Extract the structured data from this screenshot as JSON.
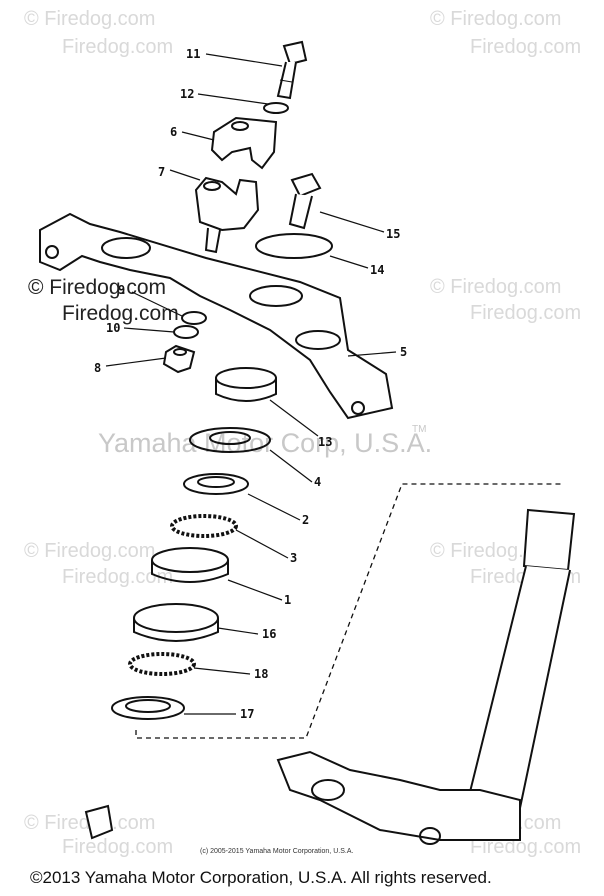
{
  "watermarks": {
    "firedog": "Firedog.com",
    "firedog_dark": "© Firedog.com",
    "trademark": "Yamaha Motor Corp, U.S.A.",
    "tm": "TM"
  },
  "copyright_small": "(c) 2005-2015 Yamaha Motor Corporation, U.S.A.",
  "copyright_footer": "©2013 Yamaha Motor Corporation, U.S.A. All rights reserved.",
  "callouts": [
    "11",
    "12",
    "6",
    "7",
    "15",
    "14",
    "9",
    "10",
    "8",
    "5",
    "13",
    "4",
    "2",
    "3",
    "1",
    "16",
    "18",
    "17"
  ],
  "colors": {
    "line": "#111111",
    "watermark": "#d9d9d9"
  }
}
